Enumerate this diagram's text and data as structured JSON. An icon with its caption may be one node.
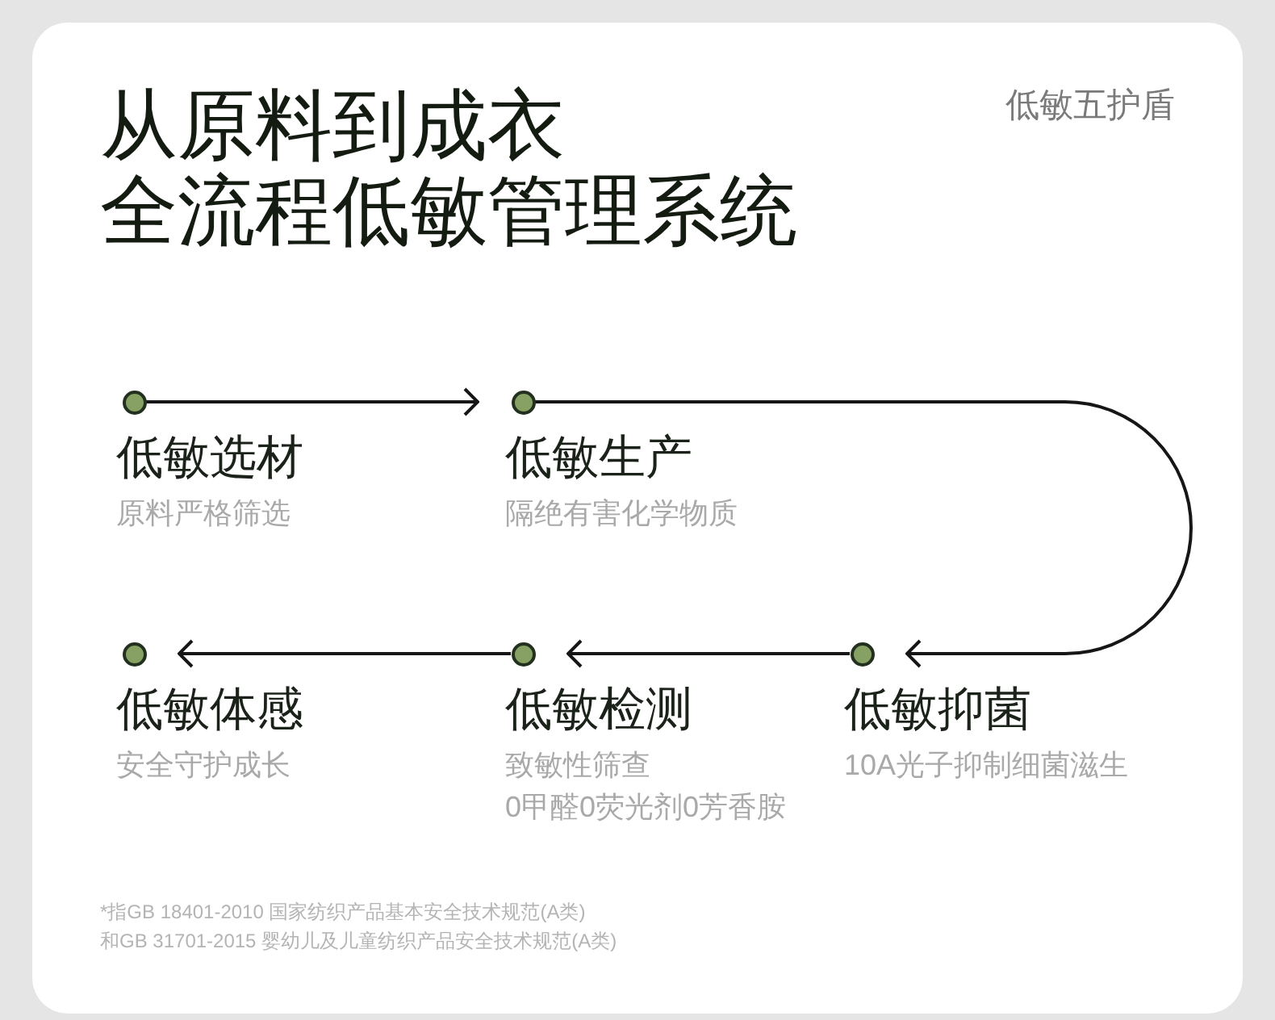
{
  "diagram": {
    "title": "从原料到成衣全流程低敏管理系统",
    "nodes": [
      {
        "text": [],
        "shape": "circle",
        "beside": [
          "低敏选材",
          "原料严格筛选"
        ]
      },
      {
        "text": [],
        "shape": "circle",
        "beside": [
          "低敏生产",
          "隔绝有害化学物质"
        ]
      },
      {
        "text": [],
        "shape": "circle",
        "beside": [
          "低敏体感",
          "安全守护成长"
        ]
      },
      {
        "text": [],
        "shape": "circle",
        "beside": [
          "低敏检测",
          "致敏性筛查",
          "0甲醛0荧光剂0芳香胺"
        ]
      },
      {
        "text": [],
        "shape": "circle",
        "beside": [
          "低敏抑菌",
          "10A光子抑制细菌滋生"
        ]
      }
    ],
    "edges": [
      {
        "from": 0,
        "to": 1,
        "arrow": "to"
      },
      {
        "from": 1,
        "to": 4,
        "arrow": "to"
      },
      {
        "from": 4,
        "to": 3,
        "arrow": "to"
      },
      {
        "from": 3,
        "to": 2,
        "arrow": "to"
      }
    ],
    "labels": [
      "低敏五护盾",
      "*指GB 18401-2010 国家纺织产品基本安全技术规范(A类)",
      "和GB 31701-2015 婴幼儿及儿童纺织产品安全技术规范(A类)"
    ]
  }
}
